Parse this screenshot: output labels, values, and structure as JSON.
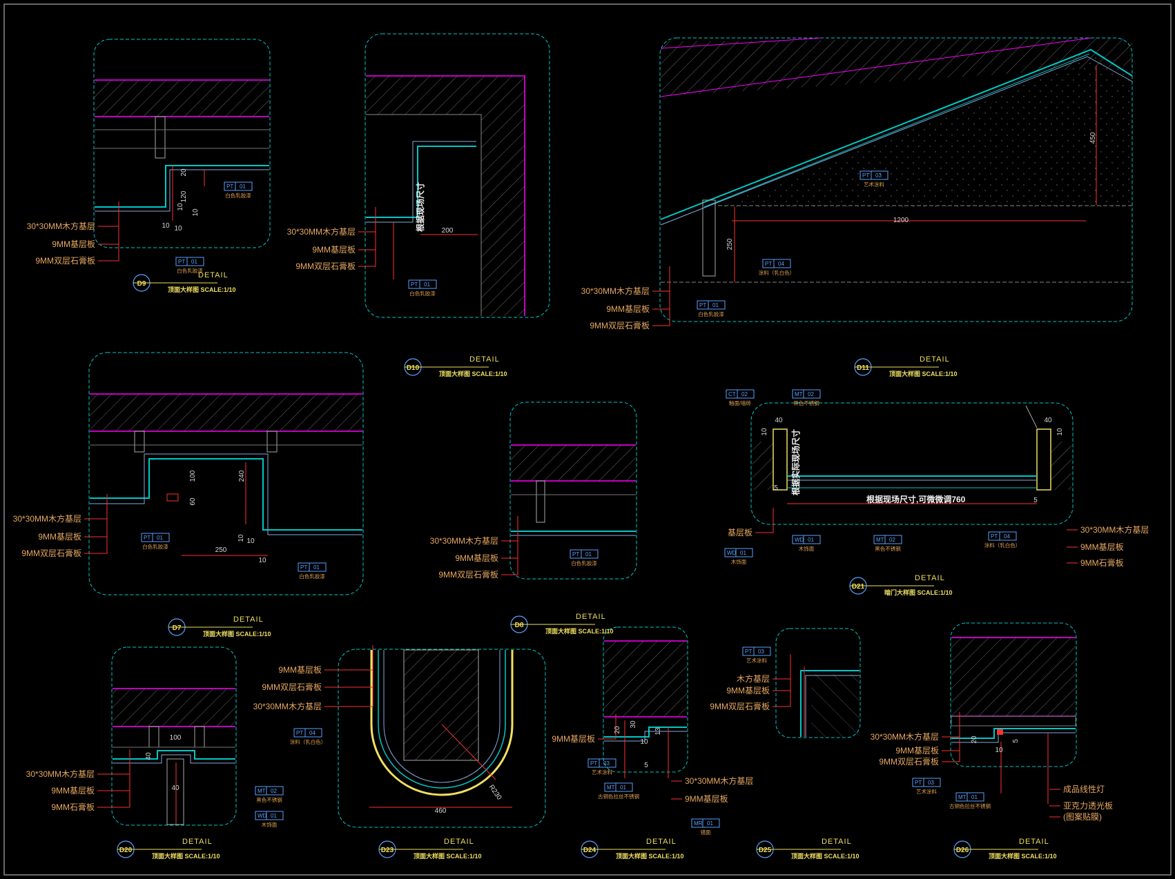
{
  "layers": {
    "material_leader": "30*30MM木方基层",
    "board": "9MM基层板",
    "gypsum": "9MM双层石膏板"
  },
  "details": [
    {
      "id": "D9",
      "title": "DETAIL",
      "subtitle": "顶面大样图",
      "scale": "SCALE:1/10",
      "labels": [
        "30*30MM木方基层",
        "9MM基层板",
        "9MM双层石膏板"
      ],
      "tags": [
        {
          "code": "PT",
          "num": "01",
          "note": "白色乳胶漆"
        },
        {
          "code": "PT",
          "num": "01",
          "note": "白色乳胶漆"
        }
      ],
      "dims": [
        "20",
        "120",
        "10",
        "10",
        "10",
        "10"
      ]
    },
    {
      "id": "D10",
      "title": "DETAIL",
      "subtitle": "顶面大样图",
      "scale": "SCALE:1/10",
      "labels": [
        "30*30MM木方基层",
        "9MM基层板",
        "9MM双层石膏板"
      ],
      "tags": [
        {
          "code": "PT",
          "num": "01",
          "note": "白色乳胶漆"
        }
      ],
      "dims": [
        "200"
      ],
      "vertical_note": "根据现场尺寸"
    },
    {
      "id": "D11",
      "title": "DETAIL",
      "subtitle": "顶面大样图",
      "scale": "SCALE:1/10",
      "labels": [
        "30*30MM木方基层",
        "9MM基层板",
        "9MM双层石膏板"
      ],
      "tags": [
        {
          "code": "PT",
          "num": "03",
          "note": "艺术涂料"
        },
        {
          "code": "PT",
          "num": "04",
          "note": "涂料（乳白色）"
        },
        {
          "code": "PT",
          "num": "01",
          "note": "白色乳胶漆"
        }
      ],
      "dims": [
        "450",
        "1200",
        "250"
      ]
    },
    {
      "id": "D7",
      "title": "DETAIL",
      "subtitle": "顶面大样图",
      "scale": "SCALE:1/10",
      "labels": [
        "30*30MM木方基层",
        "9MM基层板",
        "9MM双层石膏板"
      ],
      "tags": [
        {
          "code": "PT",
          "num": "01",
          "note": "白色乳胶漆"
        },
        {
          "code": "PT",
          "num": "01",
          "note": "白色乳胶漆"
        }
      ],
      "dims": [
        "100",
        "60",
        "240",
        "250",
        "10",
        "10",
        "10"
      ]
    },
    {
      "id": "D8",
      "title": "DETAIL",
      "subtitle": "顶面大样图",
      "scale": "SCALE:1/10",
      "labels": [
        "30*30MM木方基层",
        "9MM基层板",
        "9MM双层石膏板"
      ],
      "tags": [
        {
          "code": "PT",
          "num": "01",
          "note": "白色乳胶漆"
        }
      ],
      "dims": []
    },
    {
      "id": "D21",
      "title": "DETAIL",
      "subtitle": "暗门大样图",
      "scale": "SCALE:1/10",
      "labels": [
        "基层板",
        "30*30MM木方基层",
        "9MM基层板",
        "9MM石膏板"
      ],
      "tags": [
        {
          "code": "CT",
          "num": "02",
          "note": "釉面/墙砖"
        },
        {
          "code": "MT",
          "num": "02",
          "note": "黑色不锈钢"
        },
        {
          "code": "WD",
          "num": "01",
          "note": "木饰面"
        },
        {
          "code": "MT",
          "num": "02",
          "note": "黑色不锈钢"
        },
        {
          "code": "WD",
          "num": "01",
          "note": "木饰面"
        },
        {
          "code": "PT",
          "num": "04",
          "note": "涂料（乳白色）"
        }
      ],
      "dims": [
        "40",
        "40",
        "10",
        "10",
        "5",
        "5"
      ],
      "vertical_note": "根据实际现场尺寸",
      "note": "根据现场尺寸,可微微调760"
    },
    {
      "id": "D20",
      "title": "DETAIL",
      "subtitle": "顶面大样图",
      "scale": "SCALE:1/10",
      "labels": [
        "30*30MM木方基层",
        "9MM基层板",
        "9MM石膏板"
      ],
      "tags": [
        {
          "code": "MT",
          "num": "02",
          "note": "黑色不锈钢"
        },
        {
          "code": "WD",
          "num": "01",
          "note": "木饰面"
        }
      ],
      "dims": [
        "100",
        "40",
        "40"
      ]
    },
    {
      "id": "D23",
      "title": "DETAIL",
      "subtitle": "顶面大样图",
      "scale": "SCALE:1/10",
      "labels": [
        "9MM基层板",
        "9MM双层石膏板",
        "30*30MM木方基层"
      ],
      "tags": [
        {
          "code": "PT",
          "num": "04",
          "note": "涂料（乳白色）"
        }
      ],
      "dims": [
        "460",
        "R230"
      ]
    },
    {
      "id": "D24",
      "title": "DETAIL",
      "subtitle": "顶面大样图",
      "scale": "SCALE:1/10",
      "labels": [
        "9MM基层板",
        "30*30MM木方基层",
        "9MM基层板"
      ],
      "tags": [
        {
          "code": "PT",
          "num": "03",
          "note": "艺术涂料"
        },
        {
          "code": "MT",
          "num": "01",
          "note": "古铜色拉丝不锈钢"
        },
        {
          "code": "MR",
          "num": "01",
          "note": "镜面"
        }
      ],
      "dims": [
        "20",
        "30",
        "10",
        "13",
        "5"
      ]
    },
    {
      "id": "D25",
      "title": "DETAIL",
      "subtitle": "顶面大样图",
      "scale": "SCALE:1/10",
      "labels": [
        "木方基层",
        "9MM基层板",
        "9MM双层石膏板"
      ],
      "tags": [
        {
          "code": "PT",
          "num": "03",
          "note": "艺术涂料"
        }
      ],
      "dims": []
    },
    {
      "id": "D26",
      "title": "DETAIL",
      "subtitle": "顶面大样图",
      "scale": "SCALE:1/10",
      "labels": [
        "30*30MM木方基层",
        "9MM基层板",
        "9MM双层石膏板",
        "成品线性灯",
        "亚克力透光板",
        "(图案贴膜)"
      ],
      "tags": [
        {
          "code": "PT",
          "num": "03",
          "note": "艺术涂料"
        },
        {
          "code": "MT",
          "num": "01",
          "note": "古铜色拉丝不锈钢"
        }
      ],
      "dims": [
        "20",
        "10",
        "5"
      ]
    }
  ],
  "colors": {
    "background": "#000000",
    "frame": "#00c8c8",
    "slab": "#ff00ff",
    "label": "#e8a860",
    "leader": "#ff3030",
    "title": "#f0e060",
    "tag": "#5aa0ff"
  }
}
